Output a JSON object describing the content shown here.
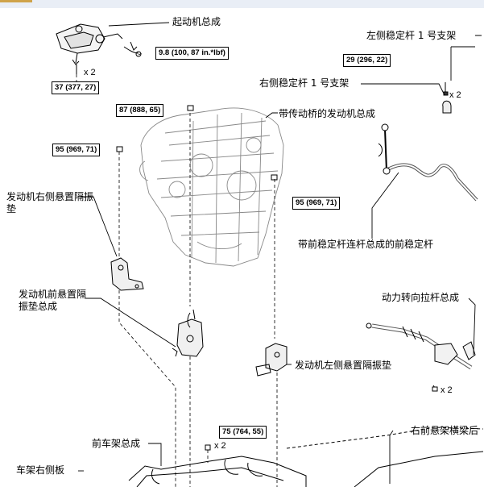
{
  "labels": {
    "starter": "起动机总成",
    "left_bracket": "左侧稳定杆 1 号支架",
    "right_bracket": "右侧稳定杆 1 号支架",
    "engine": "带传动桥的发动机总成",
    "right_mount": "发动机右侧悬置隔振垫",
    "front_mount": "发动机前悬置隔振垫总成",
    "stabilizer": "带前稳定杆连杆总成的前稳定杆",
    "steering": "动力转向拉杆总成",
    "left_mount": "发动机左侧悬置隔振垫",
    "subframe": "前车架总成",
    "side_plate": "车架右侧板",
    "crossmember": "右前悬架横梁后"
  },
  "torques": {
    "t1": "9.8 (100, 87 in.*lbf)",
    "t2": "37 (377, 27)",
    "t3": "29 (296, 22)",
    "t4": "87 (888, 65)",
    "t5": "95 (969, 71)",
    "t6": "95 (969, 71)",
    "t7": "75 (764, 55)"
  },
  "quantities": {
    "q1": "x 2",
    "q2": "x 2",
    "q3": "x 2",
    "q4": "x 2"
  }
}
